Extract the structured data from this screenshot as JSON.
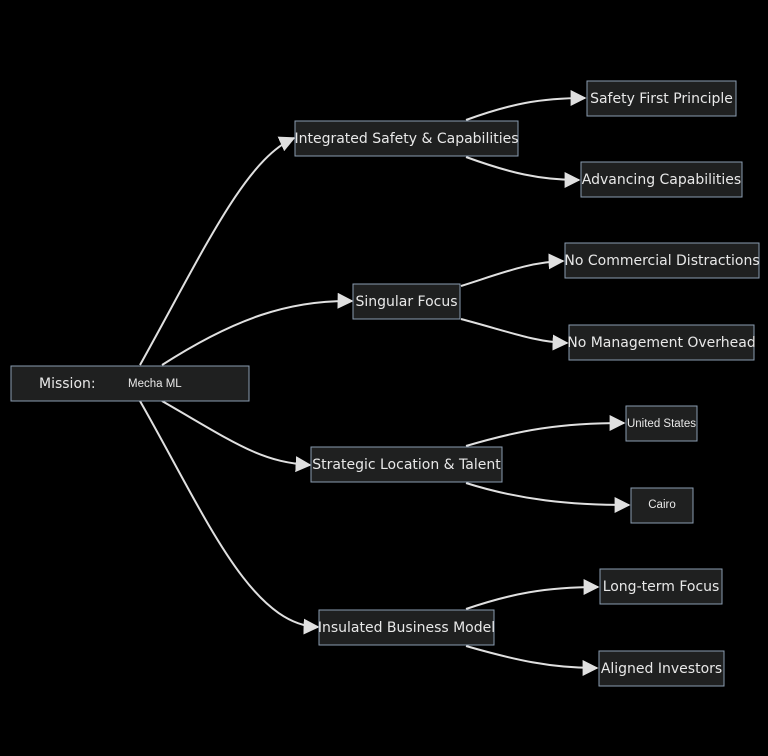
{
  "root": {
    "label": "Mission:",
    "value": "Mecha ML"
  },
  "branches": [
    {
      "label": "Integrated Safety & Capabilities",
      "children": [
        "Safety First Principle",
        "Advancing Capabilities"
      ]
    },
    {
      "label": "Singular Focus",
      "children": [
        "No Commercial Distractions",
        "No Management Overhead"
      ]
    },
    {
      "label": "Strategic Location & Talent",
      "children": [
        "United States",
        "Cairo"
      ]
    },
    {
      "label": "Insulated Business Model",
      "children": [
        "Long-term Focus",
        "Aligned Investors"
      ]
    }
  ],
  "colors": {
    "background": "#000000",
    "node_fill": "#1f2020",
    "node_border": "#8a9bb0",
    "edge": "#e0e0e0",
    "text": "#e8e8e8"
  }
}
